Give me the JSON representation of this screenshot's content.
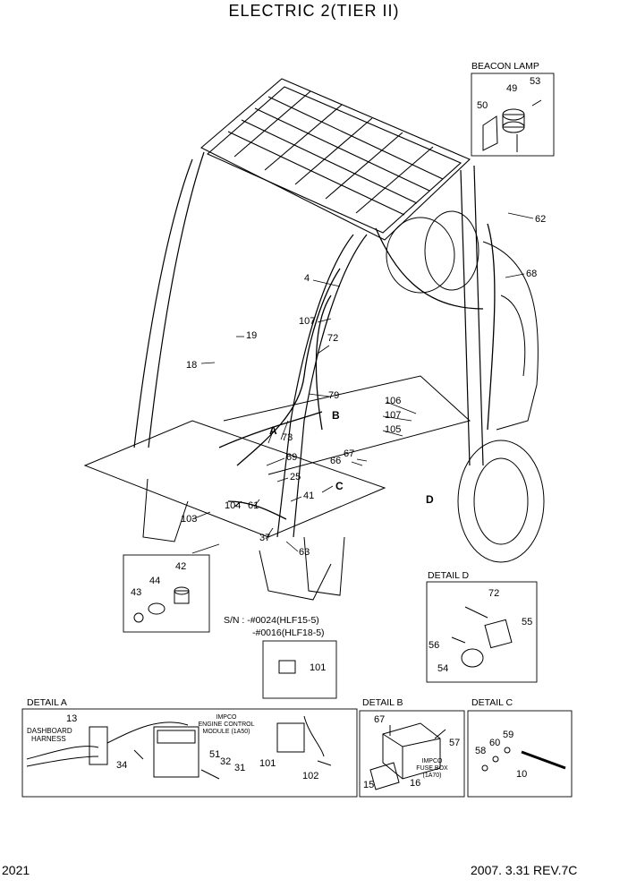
{
  "title": "ELECTRIC 2(TIER II)",
  "footer": {
    "page": "2021",
    "revision": "2007. 3.31 REV.7C"
  },
  "beacon": {
    "caption": "BEACON LAMP",
    "parts": [
      "49",
      "53",
      "50"
    ]
  },
  "main_labels": [
    "62",
    "68",
    "4",
    "107",
    "19",
    "72",
    "18",
    "79",
    "106",
    "107",
    "105",
    "B",
    "A",
    "73",
    "69",
    "67",
    "66",
    "25",
    "C",
    "D",
    "41",
    "103",
    "104",
    "61",
    "37",
    "63"
  ],
  "inset_labels": [
    "42",
    "44",
    "43"
  ],
  "serial": {
    "line1": "S/N : -#0024(HLF15-5)",
    "line2": "-#0016(HLF18-5)",
    "part": "101"
  },
  "detail_d": {
    "caption": "DETAIL D",
    "parts": [
      "72",
      "55",
      "56",
      "54"
    ]
  },
  "detail_a": {
    "caption": "DETAIL A",
    "harness_line1": "DASHBOARD",
    "harness_line2": "HARNESS",
    "module_line1": "IMPCO",
    "module_line2": "ENGINE CONTROL",
    "module_line3": "MODULE (1A50)",
    "parts": [
      "13",
      "34",
      "51",
      "32",
      "31",
      "101",
      "102"
    ]
  },
  "detail_b": {
    "caption": "DETAIL B",
    "fuse_line1": "IMPCO",
    "fuse_line2": "FUSE BOX",
    "fuse_line3": "(1A70)",
    "parts": [
      "67",
      "57",
      "15",
      "16"
    ]
  },
  "detail_c": {
    "caption": "DETAIL C",
    "parts": [
      "59",
      "60",
      "58",
      "10"
    ]
  }
}
